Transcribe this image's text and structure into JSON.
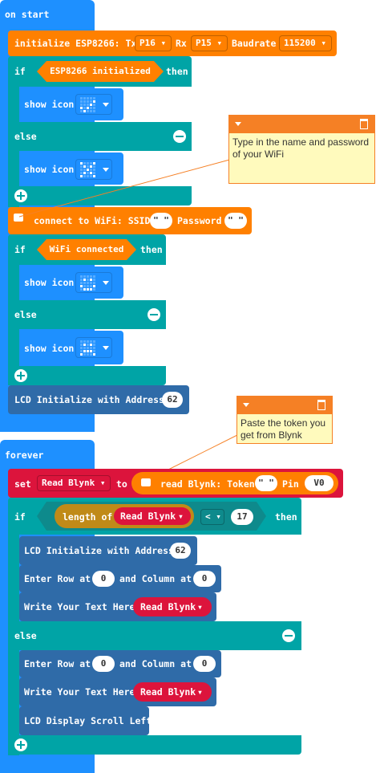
{
  "on_start": {
    "title": "on start",
    "init_esp": {
      "label": "initialize ESP8266: Tx",
      "tx": "P16",
      "rx_label": "Rx",
      "rx": "P15",
      "baud_label": "Baudrate",
      "baud": "115200"
    },
    "if1": {
      "if_label": "if",
      "condition": "ESP8266 initialized",
      "then_label": "then",
      "show_icon": "show icon",
      "else_label": "else",
      "else_show_icon": "show icon"
    },
    "connect": {
      "label": "connect to WiFi: SSID",
      "ssid": "\" \"",
      "password_label": "Password",
      "password": "\" \""
    },
    "if2": {
      "if_label": "if",
      "condition": "WiFi connected",
      "then_label": "then",
      "show_icon": "show icon",
      "else_label": "else",
      "else_show_icon": "show icon"
    },
    "lcd_init": {
      "label": "LCD Initialize with Address",
      "address": "62"
    }
  },
  "comment1": {
    "text": "Type in the name and password of your WiFi"
  },
  "comment2": {
    "text": "Paste the token you get from Blynk"
  },
  "forever": {
    "title": "forever",
    "set": {
      "set_label": "set",
      "variable": "Read Blynk",
      "to_label": "to",
      "read_label": "read Blynk: Token",
      "token": "\" \"",
      "pin_label": "Pin",
      "pin": "V0"
    },
    "if3": {
      "if_label": "if",
      "length_label": "length of",
      "variable": "Read Blynk",
      "operator": "<",
      "compare": "17",
      "then_label": "then",
      "else_label": "else"
    },
    "then_blocks": {
      "lcd_init": {
        "label": "LCD Initialize with Address",
        "address": "62"
      },
      "enter_row": {
        "label": "Enter Row at",
        "row": "0",
        "col_label": "and Column at",
        "col": "0"
      },
      "write": {
        "label": "Write Your Text Here",
        "variable": "Read Blynk"
      }
    },
    "else_blocks": {
      "enter_row": {
        "label": "Enter Row at",
        "row": "0",
        "col_label": "and Column at",
        "col": "0"
      },
      "write": {
        "label": "Write Your Text Here",
        "variable": "Read Blynk"
      },
      "scroll": {
        "label": "LCD Display Scroll Left"
      }
    }
  },
  "colors": {
    "basic": "#1e90ff",
    "logic": "#00a4a6",
    "esp": "#ff8000",
    "variables": "#dc143c",
    "lcd": "#2f6ba8",
    "text": "#c08a18"
  }
}
